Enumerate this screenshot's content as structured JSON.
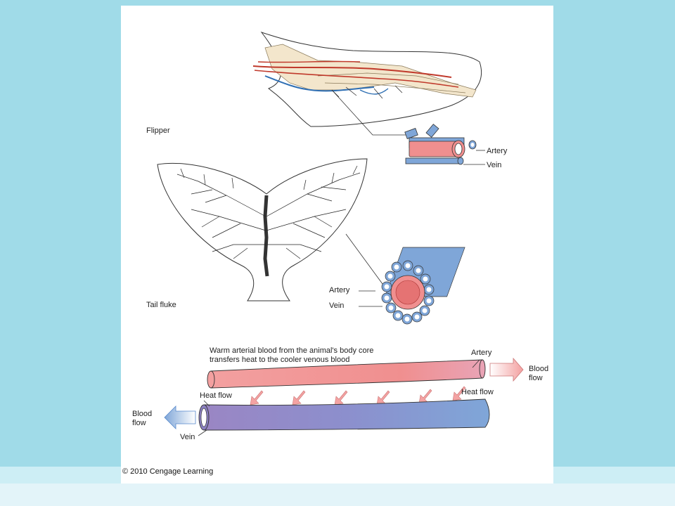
{
  "colors": {
    "background": "#a0dbe8",
    "panel": "#ffffff",
    "artery": "#f08f8f",
    "vein": "#7fa6d8",
    "heat_arrow": "#f4a3a3"
  },
  "labels": {
    "flipper": "Flipper",
    "tail_fluke": "Tail fluke",
    "flipper_artery": "Artery",
    "flipper_vein": "Vein",
    "fluke_artery": "Artery",
    "fluke_vein": "Vein",
    "caption_line1": "Warm arterial blood from the animal's body core",
    "caption_line2": "transfers heat to the cooler venous blood",
    "bottom_artery": "Artery",
    "blood_flow_right_1": "Blood",
    "blood_flow_right_2": "flow",
    "heat_flow_left": "Heat flow",
    "heat_flow_right": "Heat flow",
    "blood_flow_left_1": "Blood",
    "blood_flow_left_2": "flow",
    "bottom_vein": "Vein",
    "copyright": "© 2010 Cengage Learning"
  }
}
